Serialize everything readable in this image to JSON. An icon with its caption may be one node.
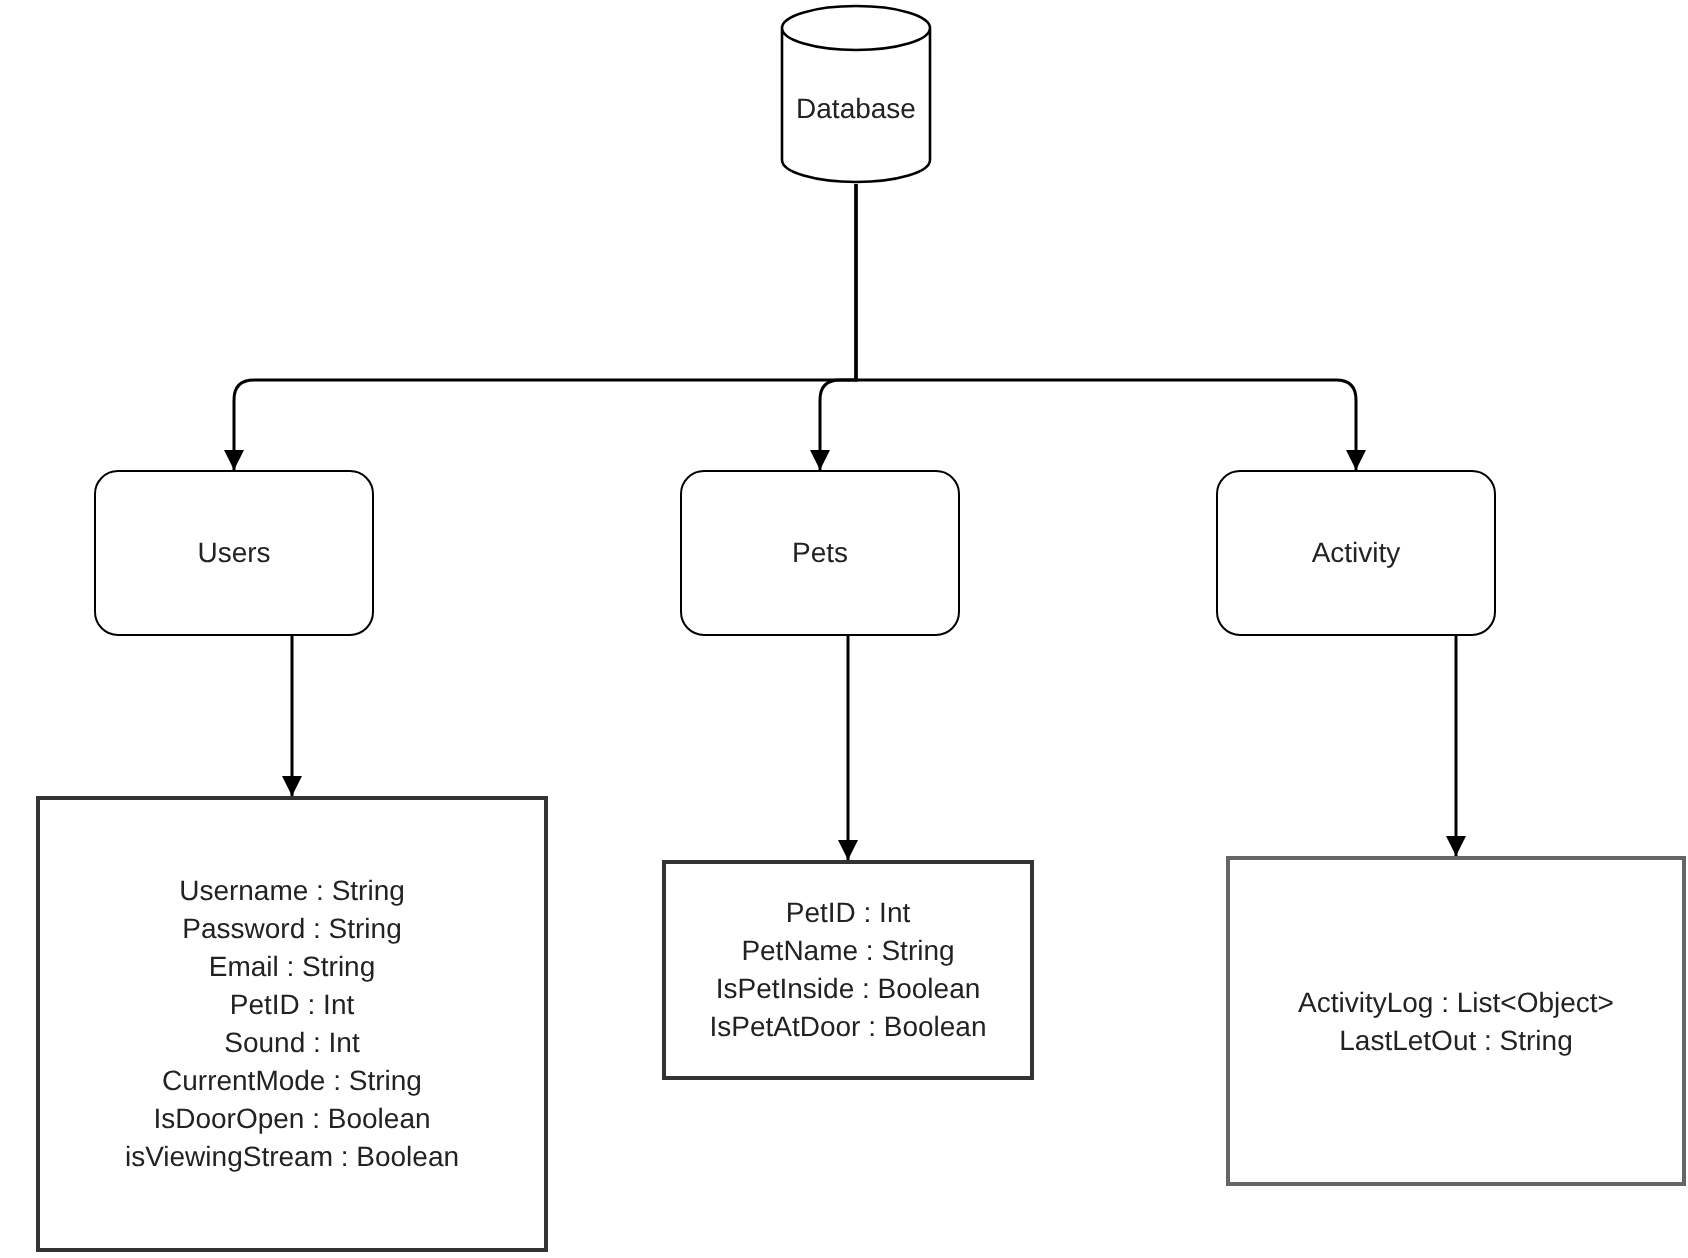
{
  "diagram": {
    "nodes": [
      {
        "text": [
          "Database"
        ]
      },
      {
        "text": [
          "Users"
        ]
      },
      {
        "text": [
          "Pets"
        ]
      },
      {
        "text": [
          "Activity"
        ]
      },
      {
        "text": [
          "Username : String",
          "Password : String",
          "Email : String",
          "PetID : Int",
          "Sound : Int",
          "CurrentMode : String",
          "IsDoorOpen : Boolean",
          "isViewingStream : Boolean"
        ]
      },
      {
        "text": [
          "PetID : Int",
          "PetName : String",
          "IsPetInside : Boolean",
          "IsPetAtDoor : Boolean"
        ]
      },
      {
        "text": [
          "ActivityLog : List<Object>",
          "LastLetOut : String"
        ]
      }
    ],
    "edges": [
      {
        "from": 0,
        "to": 1,
        "arrow": "to"
      },
      {
        "from": 0,
        "to": 2,
        "arrow": "to"
      },
      {
        "from": 0,
        "to": 3,
        "arrow": "to"
      },
      {
        "from": 1,
        "to": 4,
        "arrow": "to"
      },
      {
        "from": 2,
        "to": 5,
        "arrow": "to"
      },
      {
        "from": 3,
        "to": 6,
        "arrow": "to"
      }
    ]
  }
}
